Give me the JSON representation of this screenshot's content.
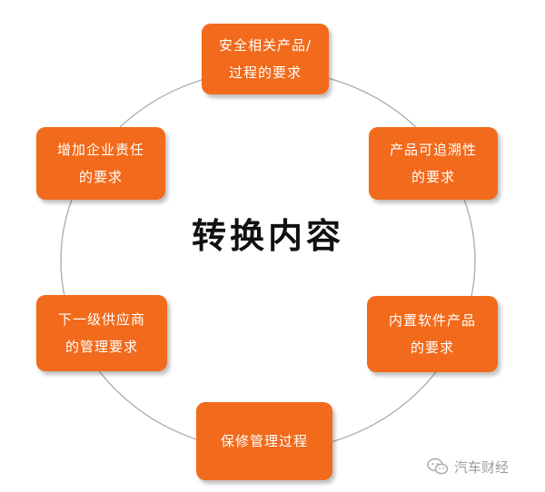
{
  "colors": {
    "node_fill": "#f26a1b",
    "node_text": "#ffffff",
    "ring_stroke": "#b0b0b0",
    "title_text": "#111111",
    "watermark_text": "#9a9a9a"
  },
  "diagram": {
    "center_title": "转换内容",
    "nodes": [
      {
        "id": "top",
        "lines": [
          "安全相关产品/",
          "过程的要求"
        ]
      },
      {
        "id": "upper-right",
        "lines": [
          "产品可追溯性",
          "的要求"
        ]
      },
      {
        "id": "lower-right",
        "lines": [
          "内置软件产品",
          "的要求"
        ]
      },
      {
        "id": "bottom",
        "lines": [
          "保修管理过程"
        ]
      },
      {
        "id": "lower-left",
        "lines": [
          "下一级供应商",
          "的管理要求"
        ]
      },
      {
        "id": "upper-left",
        "lines": [
          "增加企业责任",
          "的要求"
        ]
      }
    ]
  },
  "watermark": {
    "text": "汽车财经",
    "icon": "wechat-icon"
  }
}
